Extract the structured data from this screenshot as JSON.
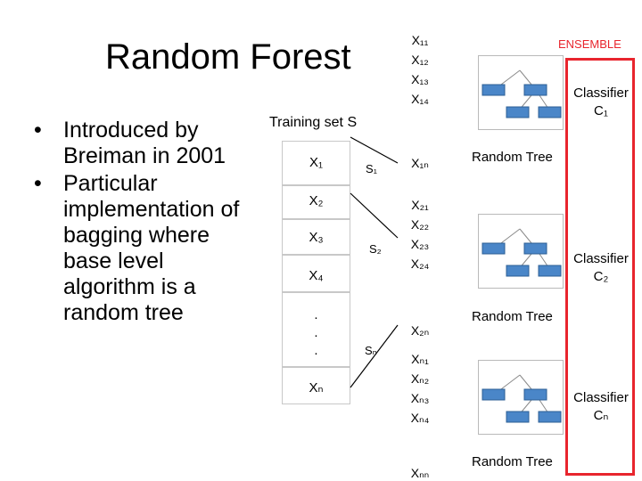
{
  "title": "Random Forest",
  "bullets": [
    "Introduced by Breiman in 2001",
    "Particular implementation of bagging where base level algorithm is a random tree"
  ],
  "bullet_glyph": "•",
  "training_set": {
    "label": "Training set S",
    "rows": [
      "X₁",
      "X₂",
      "X₃",
      "X₄",
      ".",
      ".",
      ".",
      "Xₙ"
    ]
  },
  "subsets": [
    {
      "label": "S₁",
      "items": [
        "X₁₁",
        "X₁₂",
        "X₁₃",
        "X₁₄"
      ],
      "last": "X₁ₙ",
      "tree_label": "Random Tree",
      "classifier_title": "Classifier",
      "classifier_name": "C₁"
    },
    {
      "label": "S₂",
      "items": [
        "X₂₁",
        "X₂₂",
        "X₂₃",
        "X₂₄"
      ],
      "last": "X₂ₙ",
      "tree_label": "Random Tree",
      "classifier_title": "Classifier",
      "classifier_name": "C₂"
    },
    {
      "label": "Sₙ",
      "items": [
        "Xₙ₁",
        "Xₙ₂",
        "Xₙ₃",
        "Xₙ₄"
      ],
      "last": "Xₙₙ",
      "tree_label": "Random Tree",
      "classifier_title": "Classifier",
      "classifier_name": "Cₙ"
    }
  ],
  "ensemble_label": "ENSEMBLE",
  "colors": {
    "ensemble": "#e8252d",
    "tree_node": "#4a86c8",
    "tree_node_border": "#2c5f95"
  }
}
